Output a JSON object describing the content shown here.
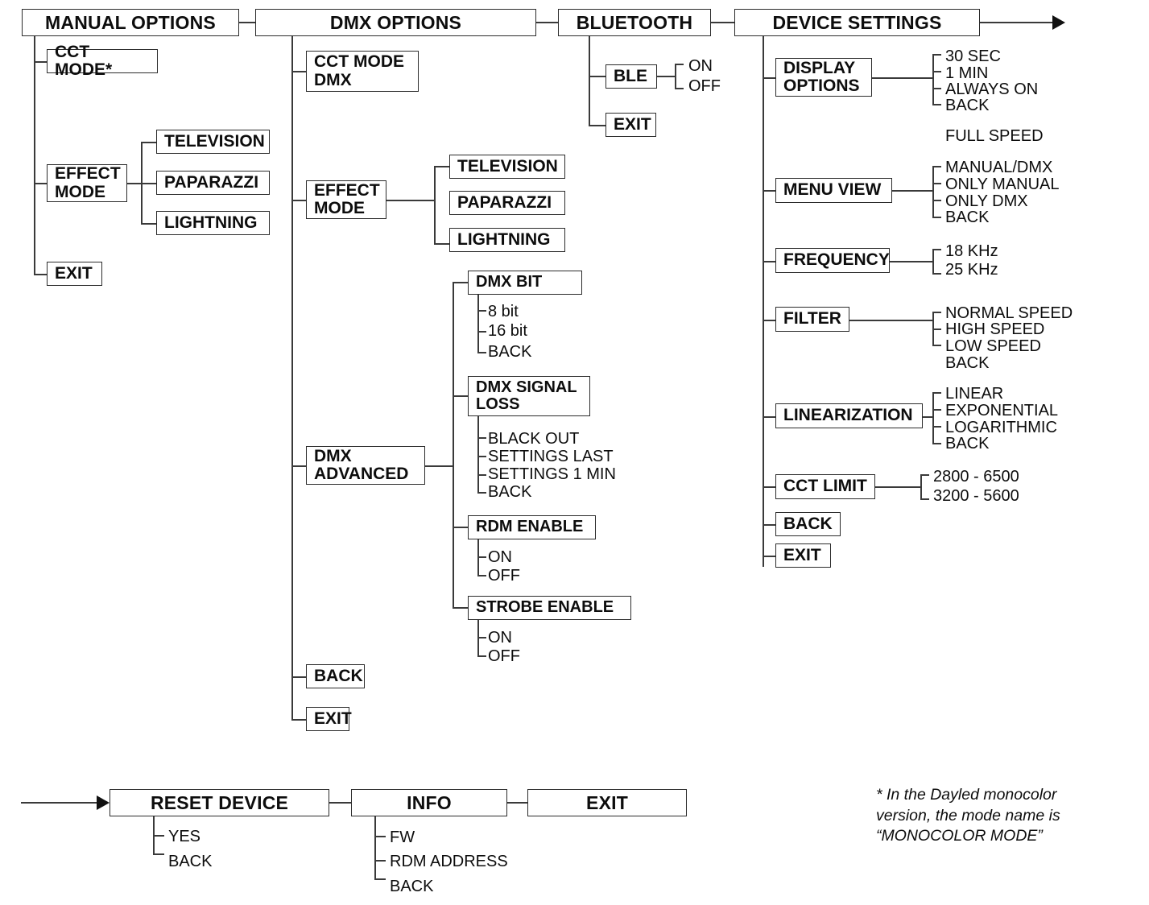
{
  "diagram": {
    "title": "Device menu tree",
    "footnote": "* In the Dayled monocolor\nversion, the mode name is\n“MONOCOLOR MODE”",
    "colors": {
      "line": "#3a3a3a",
      "box_border": "#2b2b2b",
      "text": "#0d0d0d",
      "background": "#ffffff"
    }
  },
  "headers": {
    "manual": "MANUAL OPTIONS",
    "dmx": "DMX OPTIONS",
    "bluetooth": "BLUETOOTH",
    "device": "DEVICE SETTINGS"
  },
  "manual_options": {
    "cct_mode": "CCT MODE*",
    "effect_mode": "EFFECT\nMODE",
    "effect_items": [
      "TELEVISION",
      "PAPARAZZI",
      "LIGHTNING"
    ],
    "exit": "EXIT"
  },
  "dmx_options": {
    "cct_mode_dmx": "CCT MODE\nDMX",
    "effect_mode": "EFFECT\nMODE",
    "effect_items": [
      "TELEVISION",
      "PAPARAZZI",
      "LIGHTNING"
    ],
    "dmx_advanced": "DMX\nADVANCED",
    "advanced": {
      "dmx_bit": {
        "label": "DMX BIT",
        "items": [
          "8 bit",
          "16 bit",
          "BACK"
        ]
      },
      "dmx_signal_loss": {
        "label": "DMX SIGNAL\nLOSS",
        "items": [
          "BLACK OUT",
          "SETTINGS LAST",
          "SETTINGS 1 MIN",
          "BACK"
        ]
      },
      "rdm_enable": {
        "label": "RDM ENABLE",
        "items": [
          "ON",
          "OFF"
        ]
      },
      "strobe_enable": {
        "label": "STROBE ENABLE",
        "items": [
          "ON",
          "OFF"
        ]
      }
    },
    "back": "BACK",
    "exit": "EXIT"
  },
  "bluetooth": {
    "ble": {
      "label": "BLE",
      "items": [
        "ON",
        "OFF"
      ]
    },
    "exit": "EXIT"
  },
  "device_settings": {
    "display_options": {
      "label": "DISPLAY\nOPTIONS",
      "items": [
        "30 SEC",
        "1 MIN",
        "ALWAYS ON",
        "BACK"
      ]
    },
    "full_speed": "FULL SPEED",
    "menu_view": {
      "label": "MENU VIEW",
      "items": [
        "MANUAL/DMX",
        "ONLY MANUAL",
        "ONLY DMX",
        "BACK"
      ]
    },
    "frequency": {
      "label": "FREQUENCY",
      "items": [
        "18 KHz",
        "25 KHz"
      ]
    },
    "filter": {
      "label": "FILTER",
      "items": [
        "NORMAL SPEED",
        "HIGH SPEED",
        "LOW SPEED",
        "BACK"
      ]
    },
    "linearization": {
      "label": "LINEARIZATION",
      "items": [
        "LINEAR",
        "EXPONENTIAL",
        "LOGARITHMIC",
        "BACK"
      ]
    },
    "cct_limit": {
      "label": "CCT LIMIT",
      "items": [
        "2800 - 6500",
        "3200 - 5600"
      ]
    },
    "back": "BACK",
    "exit": "EXIT"
  },
  "bottom_row": {
    "reset_device": {
      "label": "RESET DEVICE",
      "items": [
        "YES",
        "BACK"
      ]
    },
    "info": {
      "label": "INFO",
      "items": [
        "FW",
        "RDM ADDRESS",
        "BACK"
      ]
    },
    "exit": "EXIT"
  }
}
